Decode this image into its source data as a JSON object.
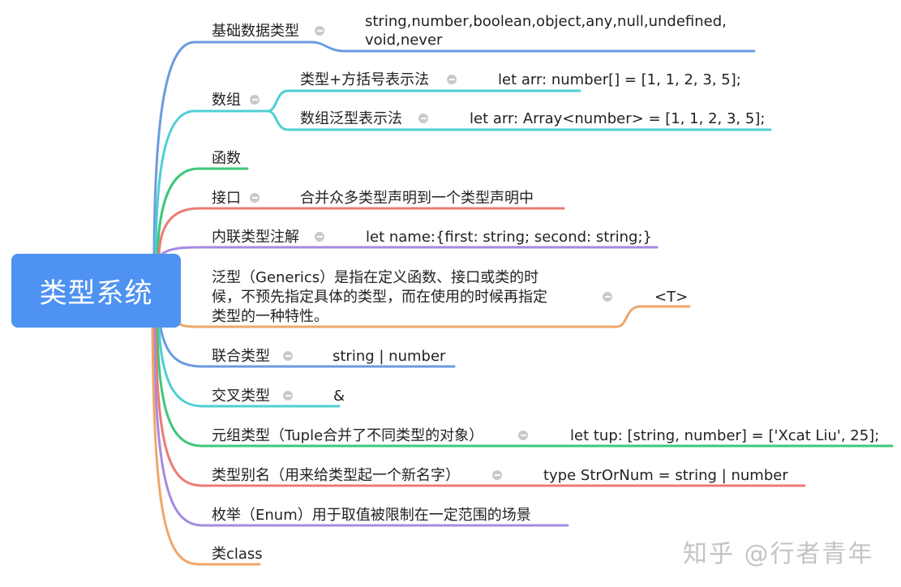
{
  "root": {
    "label": "类型系统",
    "color": "#4e92f2"
  },
  "branches": [
    {
      "label": "基础数据类型",
      "color": "#6b9be0",
      "children": [
        {
          "label": "string,number,boolean,object,any,null,undefined,\nvoid,never"
        }
      ]
    },
    {
      "label": "数组",
      "color": "#4fcfd3",
      "children": [
        {
          "label": "类型+方括号表示法",
          "children": [
            {
              "label": "let arr: number[] = [1, 1, 2, 3, 5];"
            }
          ]
        },
        {
          "label": "数组泛型表示法",
          "children": [
            {
              "label": "let arr: Array<number> = [1, 1, 2, 3, 5];"
            }
          ]
        }
      ]
    },
    {
      "label": "函数",
      "color": "#3ec77a",
      "children": []
    },
    {
      "label": "接口",
      "color": "#ec7b74",
      "children": [
        {
          "label": "合并众多类型声明到一个类型声明中"
        }
      ]
    },
    {
      "label": "内联类型注解",
      "color": "#a58be0",
      "children": [
        {
          "label": "let name:{first: string; second: string;}"
        }
      ]
    },
    {
      "label": "泛型（Generics）是指在定义函数、接口或类的时候，不预先指定具体的类型，而在使用的时候再指定类型的一种特性。",
      "lines": [
        "泛型（Generics）是指在定义函数、接口或类的时",
        "候，不预先指定具体的类型，而在使用的时候再指定",
        "类型的一种特性。"
      ],
      "color": "#f0a66a",
      "children": [
        {
          "label": "<T>"
        }
      ]
    },
    {
      "label": "联合类型",
      "color": "#6b9be0",
      "children": [
        {
          "label": "string | number"
        }
      ]
    },
    {
      "label": "交叉类型",
      "color": "#4fcfd3",
      "children": [
        {
          "label": "&"
        }
      ]
    },
    {
      "label": "元组类型（Tuple合并了不同类型的对象）",
      "color": "#3ec77a",
      "children": [
        {
          "label": "let tup: [string, number] = ['Xcat Liu', 25];"
        }
      ]
    },
    {
      "label": "类型别名（用来给类型起一个新名字）",
      "color": "#ec7b74",
      "children": [
        {
          "label": "type StrOrNum = string | number"
        }
      ]
    },
    {
      "label": "枚举（Enum）用于取值被限制在一定范围的场景",
      "color": "#a58be0",
      "children": []
    },
    {
      "label": "类class",
      "color": "#f0a66a",
      "children": []
    }
  ],
  "basic_line1": "string,number,boolean,object,any,null,undefined,",
  "basic_line2": "void,never",
  "watermark": "知乎 @行者青年"
}
